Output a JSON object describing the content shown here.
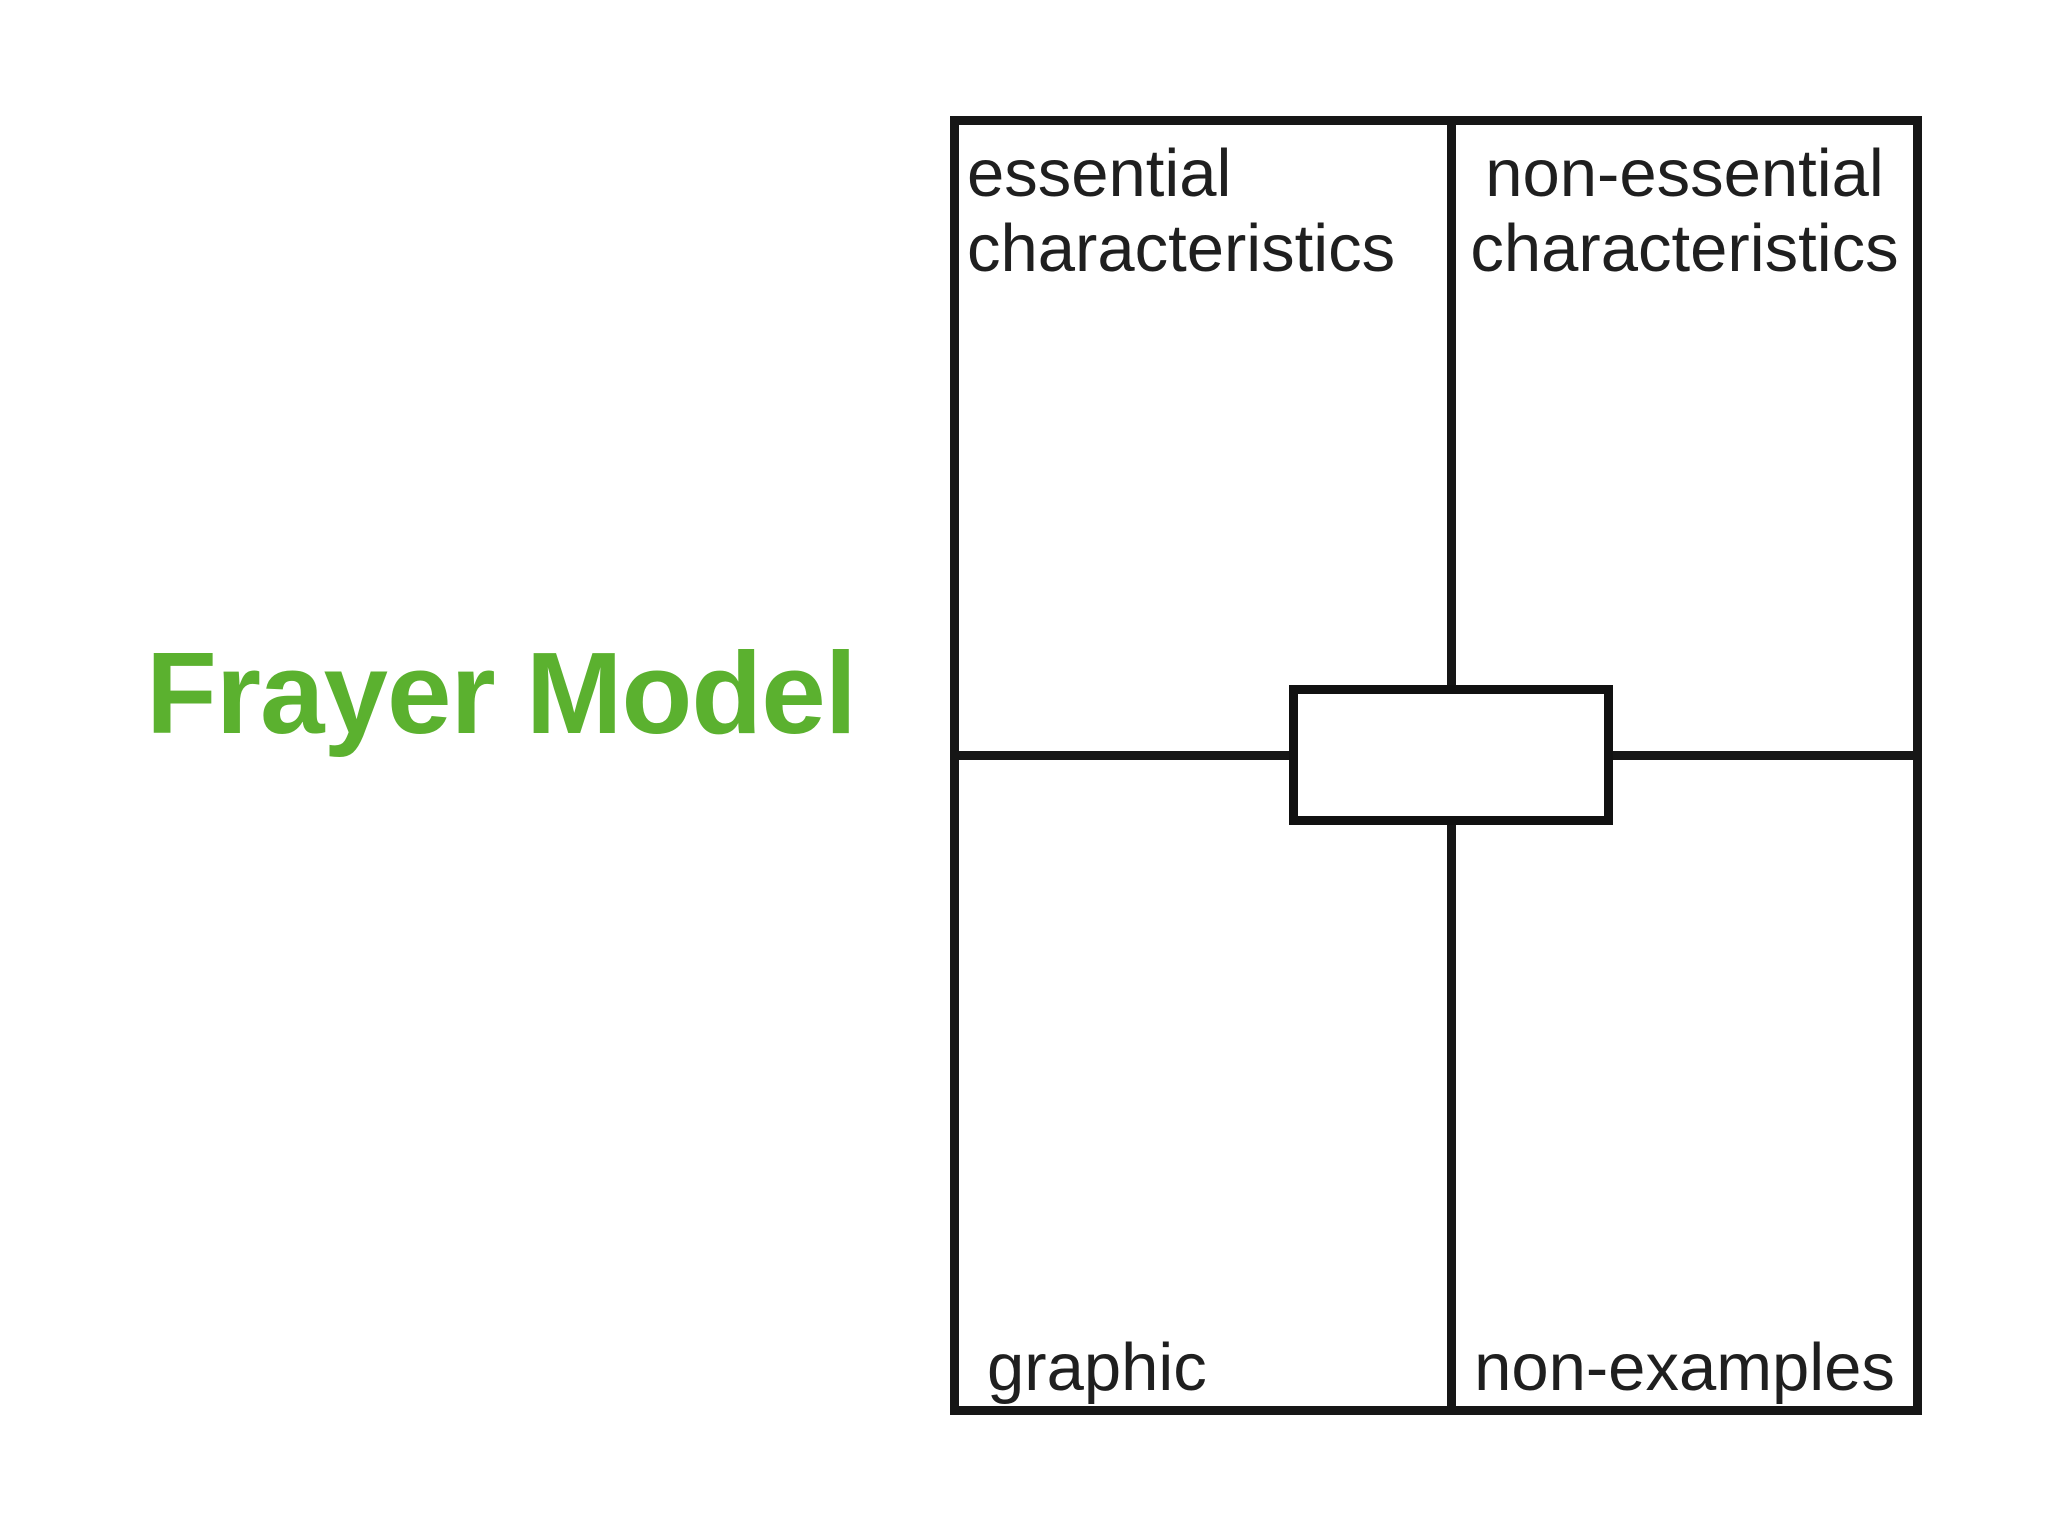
{
  "title": {
    "text": "Frayer Model",
    "color": "#5bb12f"
  },
  "diagram": {
    "quadrants": [
      {
        "position": "top-left",
        "label": "essential characteristics"
      },
      {
        "position": "top-right",
        "label": "non-essential characteristics"
      },
      {
        "position": "bottom-left",
        "label": "graphic"
      },
      {
        "position": "bottom-right",
        "label": "non-examples"
      }
    ],
    "center_box": {
      "value": ""
    }
  },
  "colors": {
    "background": "#ffffff",
    "line": "#161616",
    "label_text": "#1f1f1f",
    "title_green": "#5bb12f"
  }
}
